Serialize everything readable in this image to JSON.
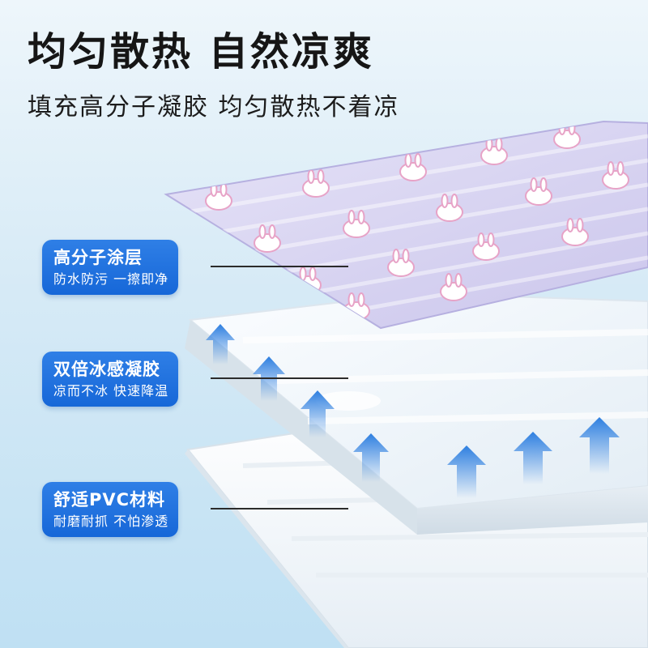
{
  "headline": "均匀散热 自然凉爽",
  "subheadline": "填充高分子凝胶 均匀散热不着凉",
  "layers": [
    {
      "title": "高分子涂层",
      "desc": "防水防污 一擦即净"
    },
    {
      "title": "双倍冰感凝胶",
      "desc": "凉而不冰 快速降温"
    },
    {
      "title": "舒适PVC材料",
      "desc": "耐磨耐抓  不怕渗透"
    }
  ],
  "colors": {
    "label_bg": "#1a6ddb",
    "arrow": "#2e7fe0",
    "top_layer": "#d6d2f0",
    "bunny_pink": "#e7a3c7"
  },
  "icons": [
    "bunny-pattern",
    "up-arrow-icon"
  ]
}
